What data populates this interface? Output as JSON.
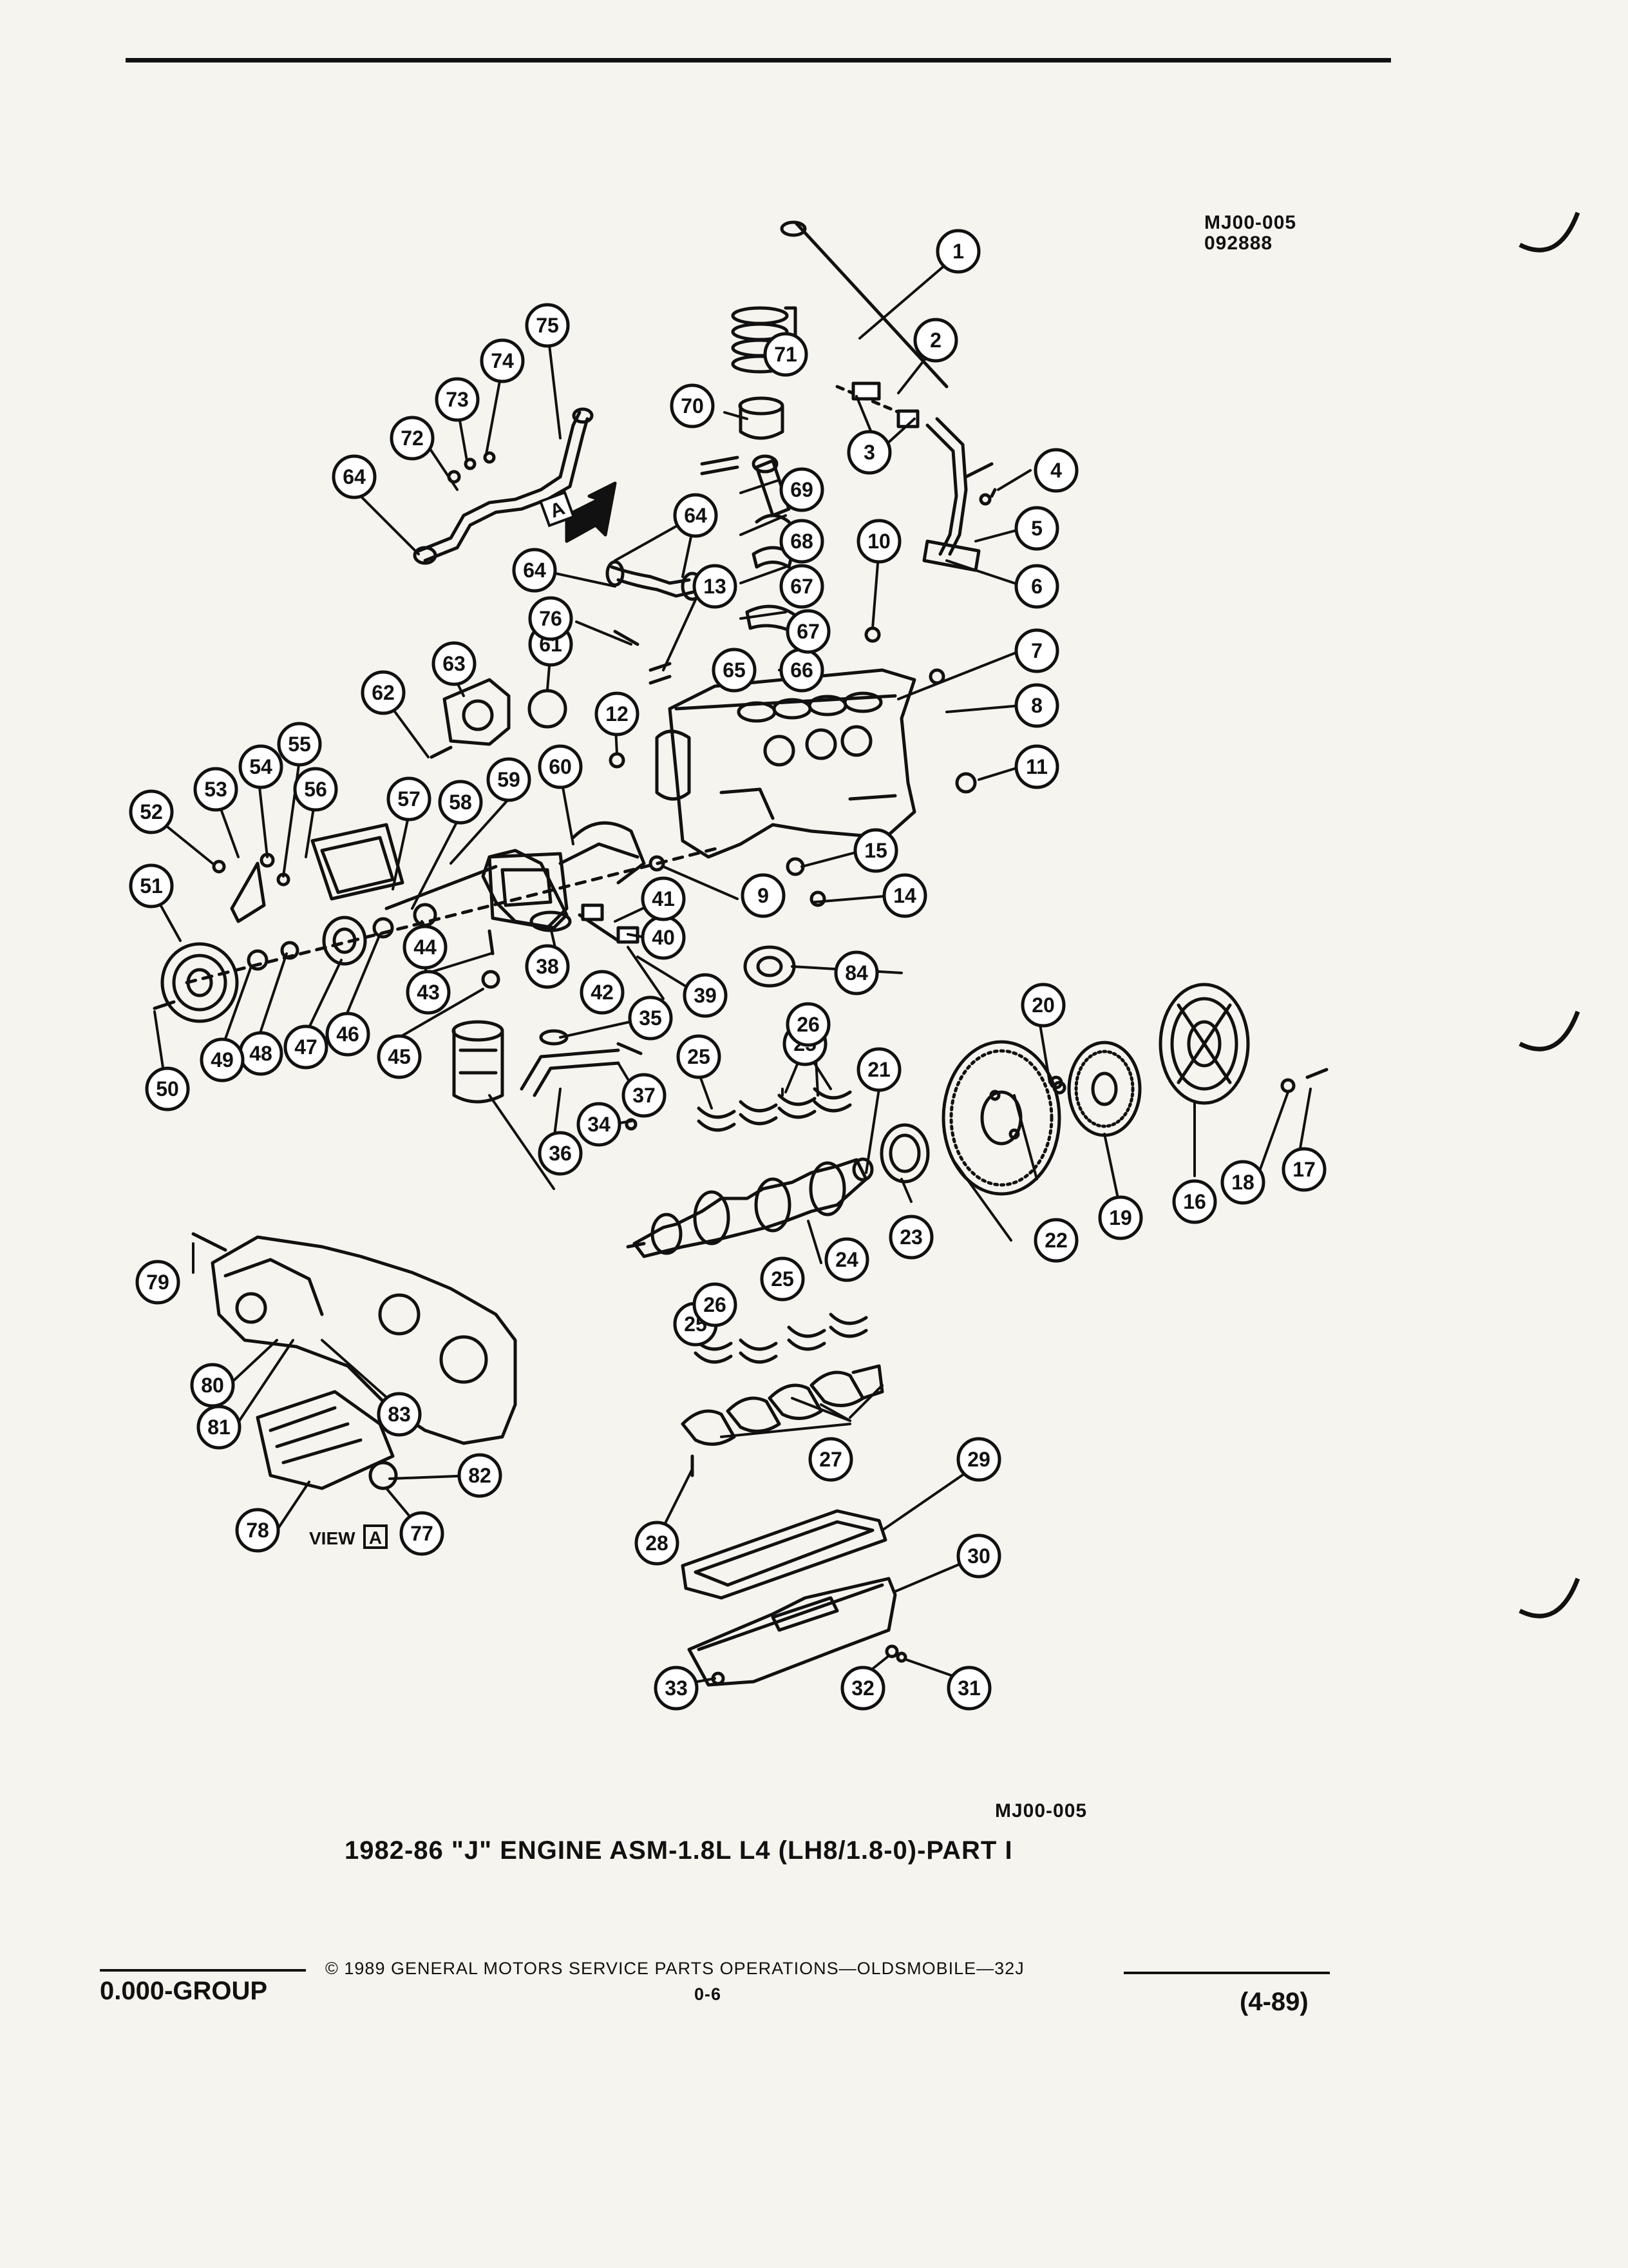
{
  "header": {
    "drawing_code": "MJ00-005",
    "drawing_date": "092888"
  },
  "figure": {
    "code": "MJ00-005",
    "title": "1982-86 \"J\" ENGINE ASM-1.8L L4 (LH8/1.8-0)-PART I",
    "view_label": "VIEW",
    "view_letter": "A",
    "callout_marker": "A"
  },
  "callouts": [
    "1",
    "2",
    "3",
    "4",
    "5",
    "6",
    "7",
    "8",
    "9",
    "10",
    "11",
    "12",
    "13",
    "14",
    "15",
    "16",
    "17",
    "18",
    "19",
    "20",
    "21",
    "22",
    "23",
    "24",
    "25",
    "25",
    "25",
    "25",
    "26",
    "26",
    "27",
    "28",
    "29",
    "30",
    "31",
    "32",
    "33",
    "34",
    "35",
    "36",
    "37",
    "38",
    "39",
    "40",
    "41",
    "42",
    "43",
    "44",
    "45",
    "46",
    "47",
    "48",
    "49",
    "50",
    "51",
    "52",
    "53",
    "54",
    "55",
    "56",
    "57",
    "58",
    "59",
    "60",
    "61",
    "62",
    "63",
    "64",
    "64",
    "64",
    "65",
    "66",
    "67",
    "67",
    "68",
    "69",
    "70",
    "71",
    "72",
    "73",
    "74",
    "75",
    "76",
    "77",
    "78",
    "79",
    "80",
    "81",
    "82",
    "83",
    "84"
  ],
  "footer": {
    "group": "0.000-GROUP",
    "copyright": "© 1989 GENERAL MOTORS SERVICE PARTS OPERATIONS—OLDSMOBILE—32J",
    "page": "0-6",
    "date": "(4-89)"
  }
}
